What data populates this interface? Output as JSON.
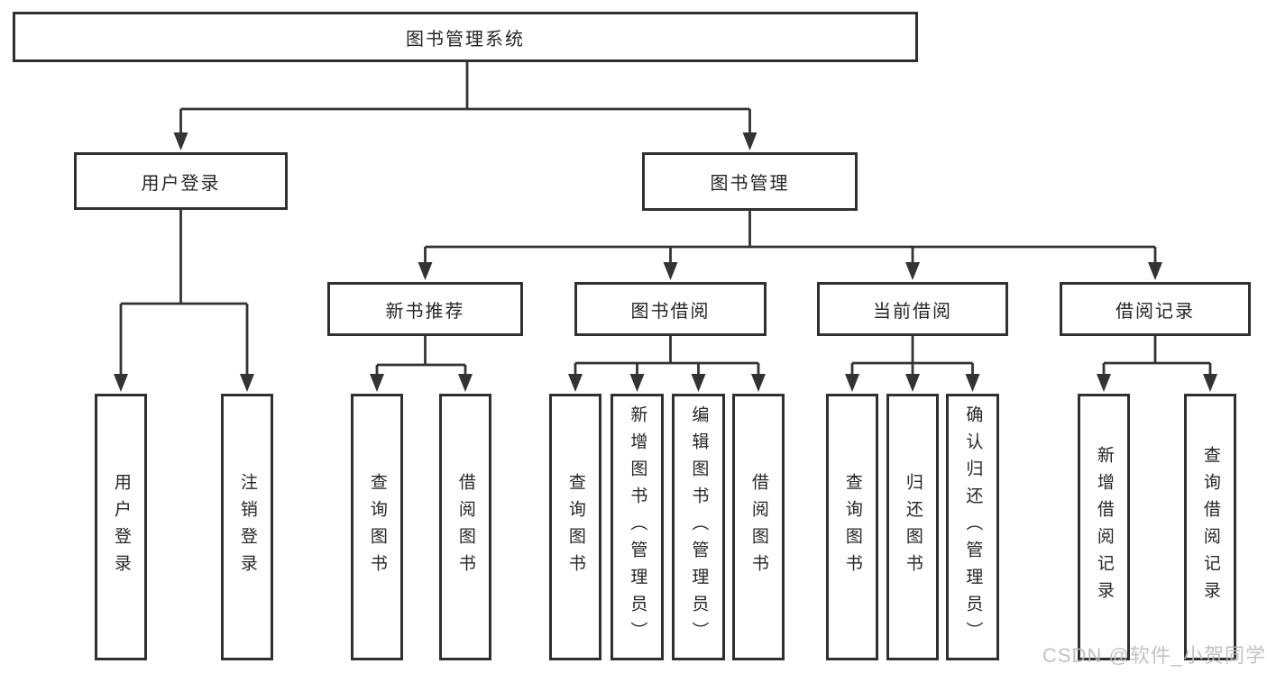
{
  "diagram": {
    "type": "hierarchy-diagram",
    "colors": {
      "line": "#333333",
      "box_border": "#303030",
      "text": "#262626",
      "background": "#ffffff",
      "watermark": "#bcbcbc"
    },
    "watermark": "CSDN @软件_小贺同学",
    "tree": {
      "label": "图书管理系统",
      "children": [
        {
          "label": "用户登录",
          "children": [
            {
              "label": "用户登录"
            },
            {
              "label": "注销登录"
            }
          ]
        },
        {
          "label": "图书管理",
          "children": [
            {
              "label": "新书推荐",
              "children": [
                {
                  "label": "查询图书"
                },
                {
                  "label": "借阅图书"
                }
              ]
            },
            {
              "label": "图书借阅",
              "children": [
                {
                  "label": "查询图书"
                },
                {
                  "label": "新增图书（管理员）"
                },
                {
                  "label": "编辑图书（管理员）"
                },
                {
                  "label": "借阅图书"
                }
              ]
            },
            {
              "label": "当前借阅",
              "children": [
                {
                  "label": "查询图书"
                },
                {
                  "label": "归还图书"
                },
                {
                  "label": "确认归还（管理员）"
                }
              ]
            },
            {
              "label": "借阅记录",
              "children": [
                {
                  "label": "新增借阅记录"
                },
                {
                  "label": "查询借阅记录"
                }
              ]
            }
          ]
        }
      ]
    }
  }
}
